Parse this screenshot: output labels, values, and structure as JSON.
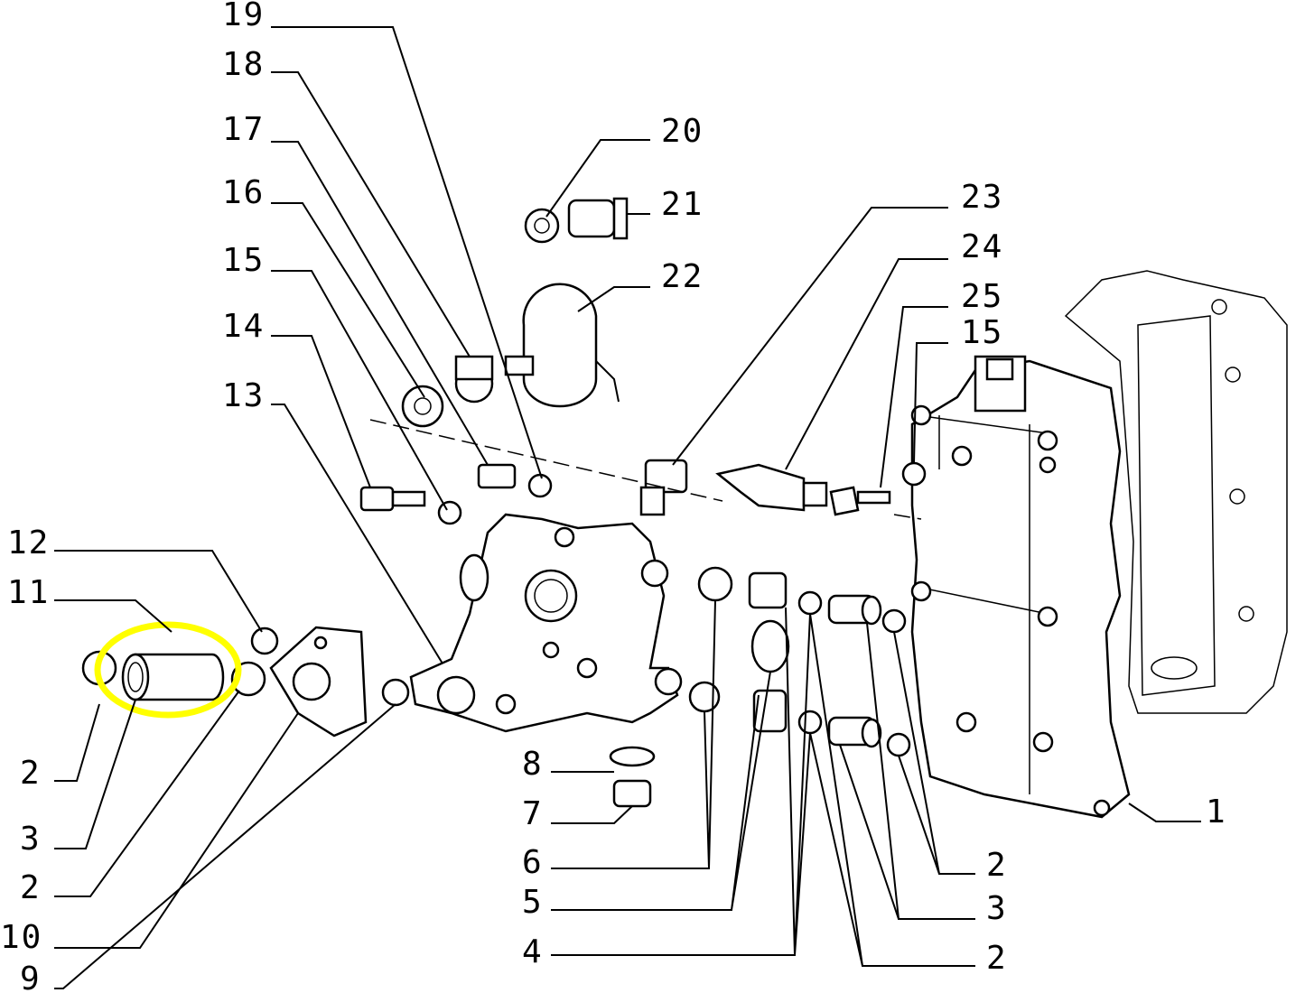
{
  "diagram": {
    "labels": [
      "19",
      "18",
      "17",
      "16",
      "15",
      "14",
      "13",
      "12",
      "11",
      "2",
      "3",
      "2",
      "10",
      "9",
      "20",
      "21",
      "22",
      "23",
      "24",
      "25",
      "15",
      "1",
      "8",
      "7",
      "6",
      "5",
      "4",
      "2",
      "3",
      "2"
    ],
    "highlight_color": "#ffff00",
    "highlighted_part": "3"
  }
}
